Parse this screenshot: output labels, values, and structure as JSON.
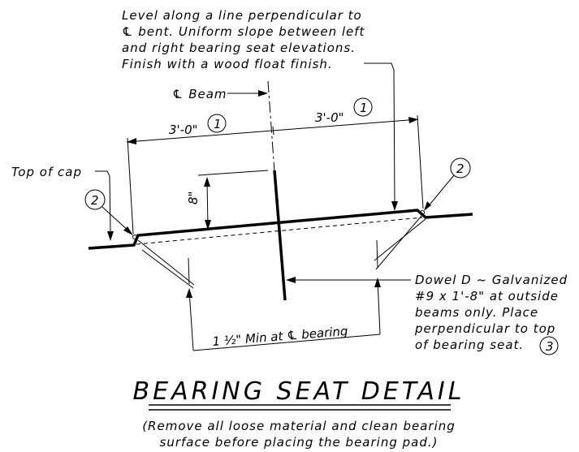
{
  "notes": {
    "level_note": [
      "Level along a line perpendicular to",
      "℄ bent. Uniform slope between left",
      "and right bearing seat elevations.",
      "Finish with a wood float finish."
    ],
    "cl_beam": "℄ Beam",
    "top_of_cap": "Top of cap",
    "dowel_note": [
      "Dowel D ~ Galvanized",
      "#9 x 1'-8\" at outside",
      "beams only. Place",
      "perpendicular to top",
      "of bearing seat."
    ],
    "min_bearing": "1 ½\" Min at ℄ bearing"
  },
  "dimensions": {
    "left_width": "3'-0\"",
    "right_width": "3'-0\"",
    "height": "8\""
  },
  "callouts": {
    "c1_left": "1",
    "c1_right": "1",
    "c2_left": "2",
    "c2_right": "2",
    "c3": "3"
  },
  "title": {
    "main": "BEARING SEAT DETAIL",
    "subtitle": [
      "(Remove all loose material and clean bearing",
      "surface before placing the bearing pad.)"
    ]
  }
}
